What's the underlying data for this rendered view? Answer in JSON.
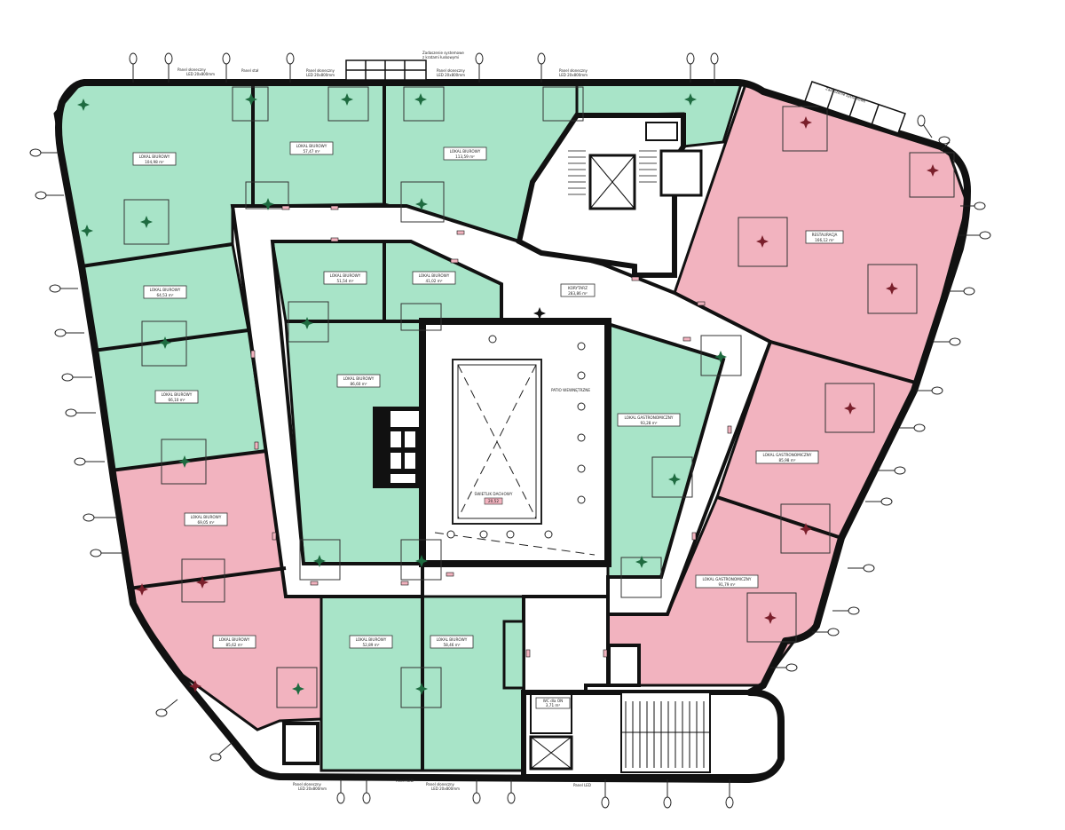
{
  "colors": {
    "available": "#a8e4c8",
    "reserved": "#f2b3bf",
    "wall": "#111111",
    "marker": "#1e6b40",
    "marker_reserved": "#7a1f2b"
  },
  "units": [
    {
      "label": "LOKAL BIUROWY",
      "area": "104,98 m²",
      "status": "available"
    },
    {
      "label": "LOKAL BIUROWY",
      "area": "57,47 m²",
      "status": "available"
    },
    {
      "label": "LOKAL BIUROWY",
      "area": "113,59 m²",
      "status": "available"
    },
    {
      "label": "LOKAL BIUROWY",
      "area": "64,53 m²",
      "status": "available"
    },
    {
      "label": "LOKAL BIUROWY",
      "area": "66,10 m²",
      "status": "available"
    },
    {
      "label": "LOKAL BIUROWY",
      "area": "69,05 m²",
      "status": "reserved"
    },
    {
      "label": "LOKAL BIUROWY",
      "area": "85,62 m²",
      "status": "reserved"
    },
    {
      "label": "LOKAL BIUROWY",
      "area": "51,54 m²",
      "status": "available"
    },
    {
      "label": "LOKAL BIUROWY",
      "area": "41,02 m²",
      "status": "available"
    },
    {
      "label": "LOKAL BIUROWY",
      "area": "86,60 m²",
      "status": "available"
    },
    {
      "label": "LOKAL BIUROWY",
      "area": "52,89 m²",
      "status": "available"
    },
    {
      "label": "LOKAL BIUROWY",
      "area": "58,46 m²",
      "status": "available"
    },
    {
      "label": "LOKAL GASTRONOMICZNY",
      "area": "93,28 m²",
      "status": "available"
    },
    {
      "label": "RESTAURACJA",
      "area": "166,12 m²",
      "status": "reserved"
    },
    {
      "label": "LOKAL GASTRONOMICZNY",
      "area": "85,98 m²",
      "status": "reserved"
    },
    {
      "label": "LOKAL GASTRONOMICZNY",
      "area": "91,79 m²",
      "status": "reserved"
    }
  ],
  "corridor": {
    "label": "KORYTARZ",
    "area": "283,86 m²"
  },
  "patio": {
    "label": "PATIO WEWNĘTRZNE"
  },
  "skylight": {
    "label": "ŚWIETLIK DACHOWY",
    "value": "20,52"
  },
  "wc": {
    "label": "WC dla ON",
    "area": "3,71 m²"
  },
  "notes": {
    "panel_top_1": "Panel słoneczny",
    "panel_top_1b": "LED 20x800mm",
    "panel_top_2": "Panel stał",
    "panel_top_3": "Panel słoneczny",
    "panel_top_3b": "LED 20x800mm",
    "panel_top_4": "Panel słoneczny",
    "panel_top_4b": "LED 20x800mm",
    "vent_top": "Zadaszenie systemowe",
    "vent_top_b": "z kratami łuskowymi",
    "vent_right": "Zadaszenie systemowe",
    "panel_bottom_1": "Panel słoneczny",
    "panel_bottom_1b": "LED 20x800mm",
    "panel_bottom_2": "Panel LED",
    "panel_bottom_3": "Panel słoneczny",
    "panel_bottom_3b": "LED 20x800mm",
    "panel_bottom_4": "Panel LED"
  }
}
